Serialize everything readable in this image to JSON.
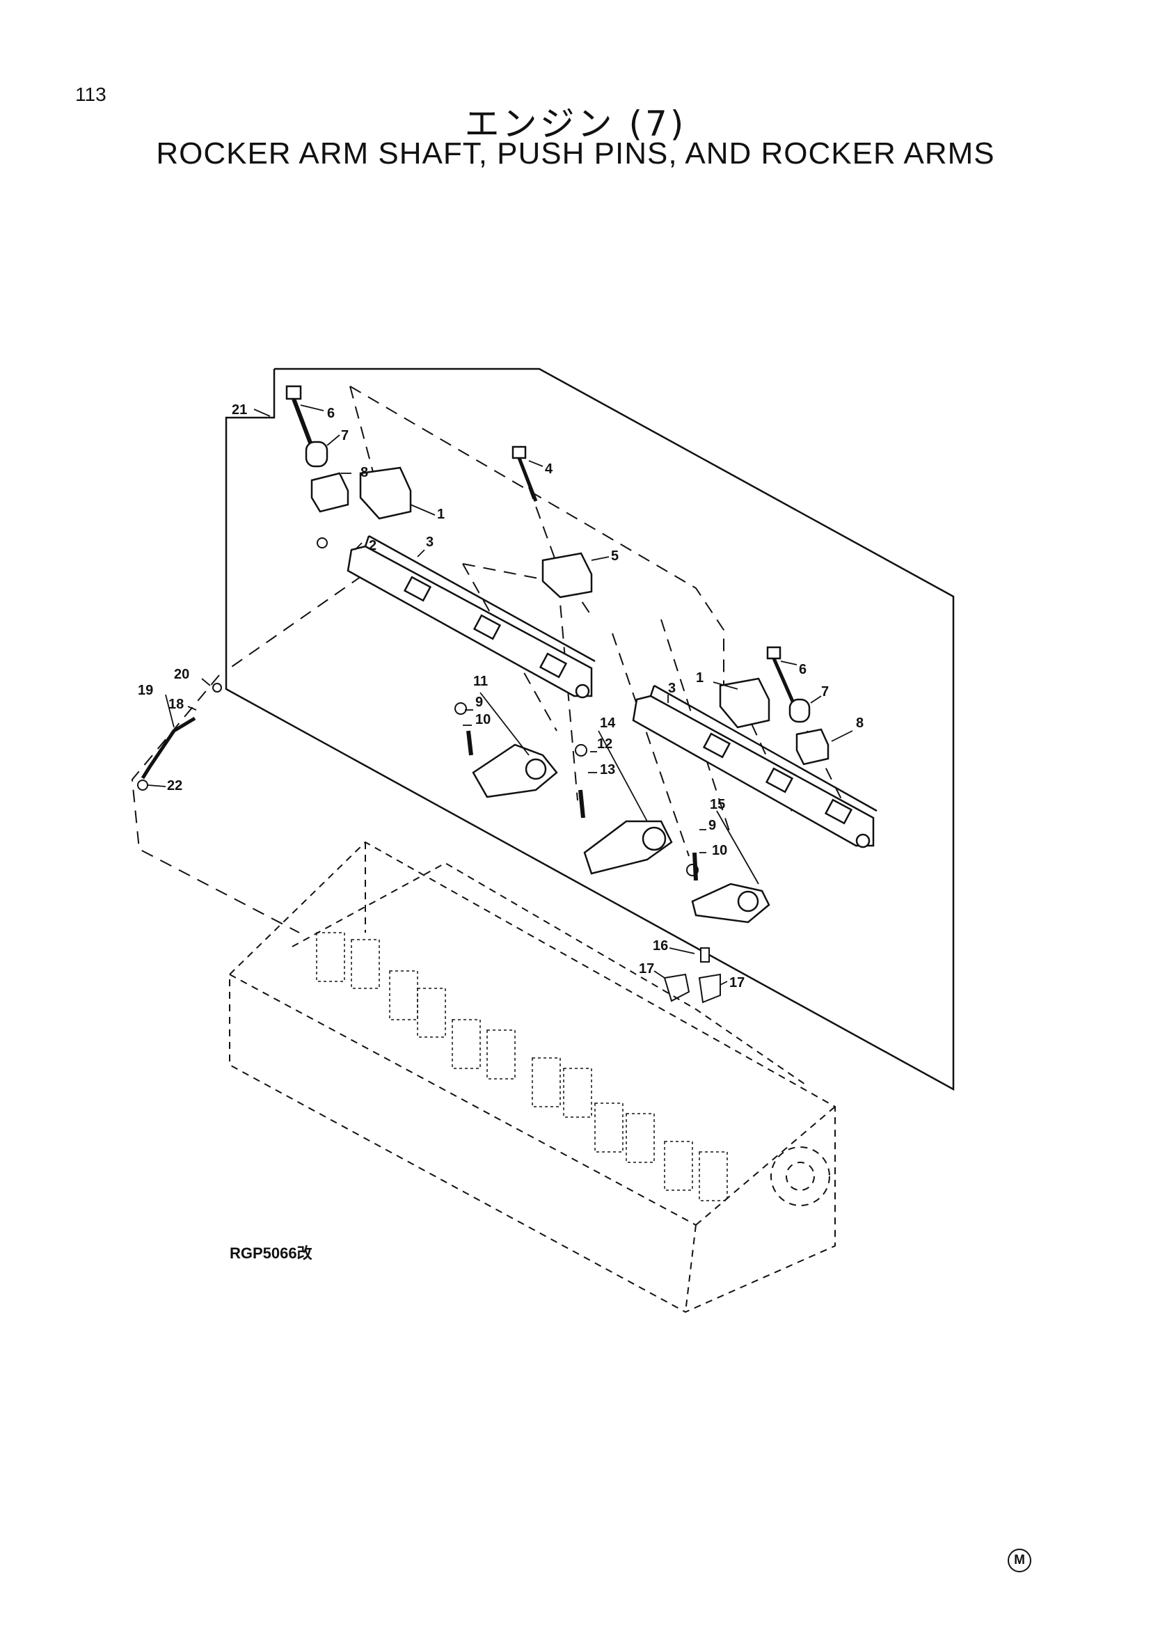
{
  "page": {
    "number": "113",
    "title_jp": "エンジン (7)",
    "title_en": "ROCKER ARM SHAFT, PUSH PINS, AND ROCKER ARMS",
    "figure_code": "RGP5066改",
    "mark": "M"
  },
  "callouts": [
    "21",
    "6",
    "7",
    "8",
    "1",
    "2",
    "3",
    "4",
    "5",
    "20",
    "19",
    "18",
    "22",
    "11",
    "9",
    "10",
    "14",
    "12",
    "13",
    "3",
    "1",
    "6",
    "7",
    "8",
    "15",
    "9",
    "10",
    "16",
    "17",
    "17"
  ]
}
